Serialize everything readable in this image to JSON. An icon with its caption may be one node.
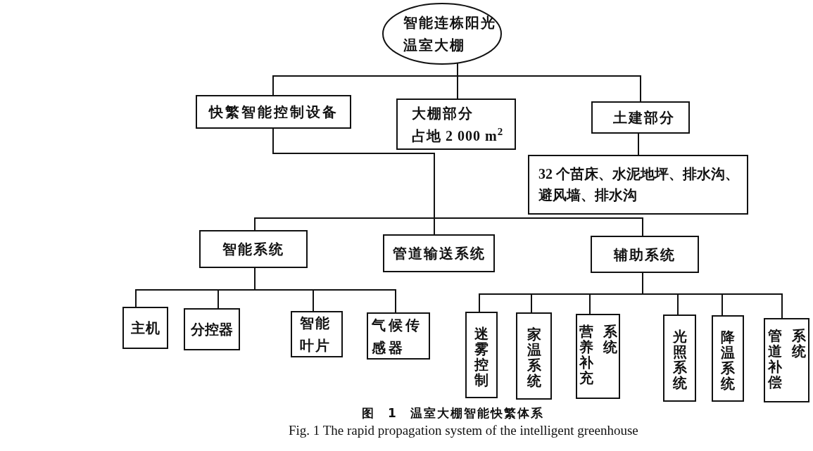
{
  "diagram": {
    "caption": "图 1 温室大棚智能快繁体系",
    "nodes": [
      {
        "text": [
          "智能连栋阳光温室大棚"
        ]
      },
      {
        "text": [
          "快繁智能控制设备"
        ]
      },
      {
        "text": [
          "大棚部分",
          "占地 2 000 m$^{2}$"
        ]
      },
      {
        "text": [
          "土建部分"
        ]
      },
      {
        "text": [
          "32 个苗床、水泥地坪、排水沟、避风墙、排水沟"
        ]
      },
      {
        "text": [
          "智能系统"
        ]
      },
      {
        "text": [
          "管道输送系统"
        ]
      },
      {
        "text": [
          "辅助系统"
        ]
      },
      {
        "text": [
          "主机"
        ]
      },
      {
        "text": [
          "分控器"
        ]
      },
      {
        "text": [
          "智能叶片"
        ]
      },
      {
        "text": [
          "气候传感器"
        ]
      },
      {
        "text": [
          "迷雾控制"
        ]
      },
      {
        "text": [
          "家温系统"
        ]
      },
      {
        "text": [
          "营养补充系统"
        ]
      },
      {
        "text": [
          "光照系统"
        ]
      },
      {
        "text": [
          "降温系统"
        ]
      },
      {
        "text": [
          "管道补偿系统"
        ]
      }
    ],
    "edges": [
      {
        "from": 0,
        "to": 1,
        "arrow": "none"
      },
      {
        "from": 0,
        "to": 2,
        "arrow": "none"
      },
      {
        "from": 0,
        "to": 3,
        "arrow": "none"
      },
      {
        "from": 3,
        "to": 4,
        "arrow": "none"
      },
      {
        "from": 1,
        "to": 5,
        "arrow": "none"
      },
      {
        "from": 1,
        "to": 6,
        "arrow": "none"
      },
      {
        "from": 1,
        "to": 7,
        "arrow": "none"
      },
      {
        "from": 5,
        "to": 8,
        "arrow": "none"
      },
      {
        "from": 5,
        "to": 9,
        "arrow": "none"
      },
      {
        "from": 5,
        "to": 10,
        "arrow": "none"
      },
      {
        "from": 5,
        "to": 11,
        "arrow": "none"
      },
      {
        "from": 7,
        "to": 12,
        "arrow": "none"
      },
      {
        "from": 7,
        "to": 13,
        "arrow": "none"
      },
      {
        "from": 7,
        "to": 14,
        "arrow": "none"
      },
      {
        "from": 7,
        "to": 15,
        "arrow": "none"
      },
      {
        "from": 7,
        "to": 16,
        "arrow": "none"
      },
      {
        "from": 7,
        "to": 17,
        "arrow": "none"
      }
    ],
    "labels": [
      "Fig. 1 The rapid propagation system of the intelligent greenhouse"
    ]
  }
}
